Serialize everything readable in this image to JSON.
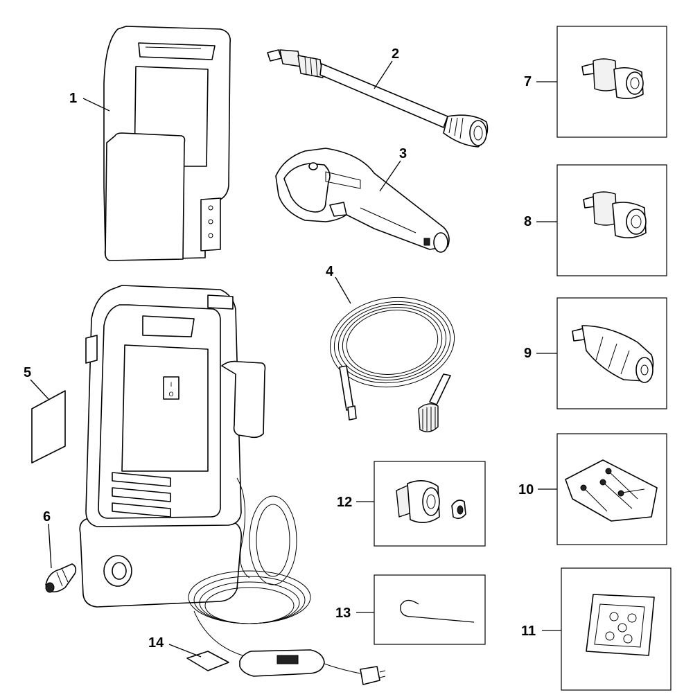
{
  "figure": {
    "callouts": [
      {
        "id": "1",
        "label": "1"
      },
      {
        "id": "2",
        "label": "2"
      },
      {
        "id": "3",
        "label": "3"
      },
      {
        "id": "4",
        "label": "4"
      },
      {
        "id": "5",
        "label": "5"
      },
      {
        "id": "6",
        "label": "6"
      },
      {
        "id": "7",
        "label": "7"
      },
      {
        "id": "8",
        "label": "8"
      },
      {
        "id": "9",
        "label": "9"
      },
      {
        "id": "10",
        "label": "10"
      },
      {
        "id": "11",
        "label": "11"
      },
      {
        "id": "12",
        "label": "12"
      },
      {
        "id": "13",
        "label": "13"
      },
      {
        "id": "14",
        "label": "14"
      }
    ],
    "switch_labels": {
      "on": "I",
      "off": "O"
    }
  }
}
